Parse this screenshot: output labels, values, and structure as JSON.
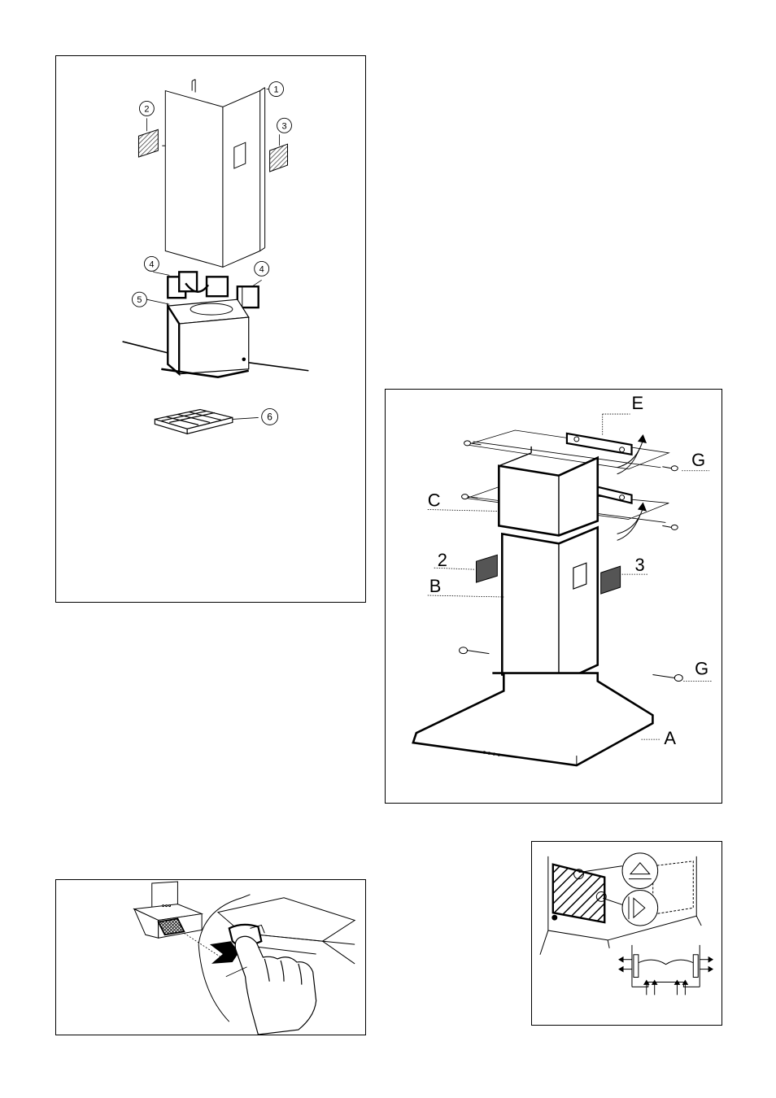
{
  "diagram1": {
    "callouts": [
      "1",
      "2",
      "3",
      "4",
      "4",
      "5",
      "6"
    ]
  },
  "diagram2": {
    "labels": {
      "E": "E",
      "G1": "G",
      "G2": "G",
      "C": "C",
      "two": "2",
      "three": "3",
      "B": "B",
      "A": "A"
    }
  },
  "colors": {
    "line": "#000000",
    "background": "#ffffff",
    "hatch": "#555555"
  }
}
